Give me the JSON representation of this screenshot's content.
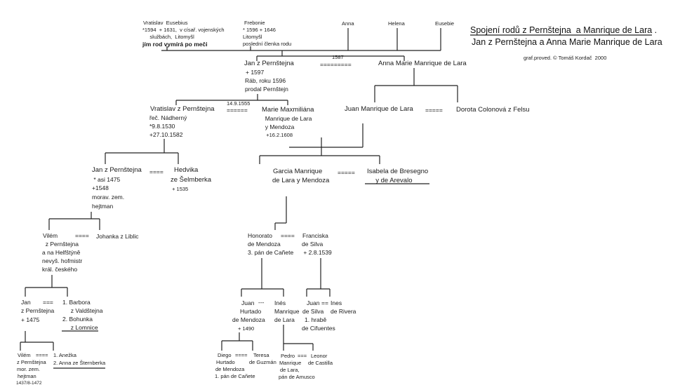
{
  "title": {
    "line1": "Spojení rodů z Pernštejna  a Manrique de Lara .",
    "line2": "Jan z Pernštejna a Anna Marie Manrique de Lara"
  },
  "credit": "graf.proved. © Tomáš Kordač  2000",
  "gen1": {
    "vratislav_eusebius": [
      "Vratislav  Eusebius",
      "*1594  + 1631,  v císař. vojenských",
      "     službách,  Litomyšl",
      "jím rod vymírá po meči"
    ],
    "frebonie": [
      "Frebonie",
      "* 1596 + 1646",
      "Litomyšl",
      "poslední členka rodu"
    ],
    "anna": "Anna",
    "helena": "Helena",
    "eusebie": "Eusebie"
  },
  "gen2": {
    "jan": [
      "Jan z Pernštejna",
      "+ 1597",
      "Ráb, roku 1596",
      "prodal Pernštejn"
    ],
    "marriage_year": "1587",
    "marriage": "=========",
    "anna_marie": "Anna Marie Manrique de Lara"
  },
  "gen3": {
    "marriage_year": "14.9.1555",
    "marriage": "======",
    "vratislav": [
      "Vratislav z Pernštejna",
      "řeč. Nádherný",
      "*9.8.1530",
      "+27.10.1582"
    ],
    "marie_max": [
      "Marie Maxmiliána",
      "  Manrique de Lara",
      "  y Mendoza",
      "   +16.2.1608"
    ],
    "juan": "Juan Manrique de Lara",
    "juan_marriage": "=====",
    "dorota": "Dorota Colonová z Felsu"
  },
  "gen4": {
    "jan": [
      "Jan z Pernštejna",
      " * asi 1475",
      "+1548",
      "morav. zem.",
      "hejtman"
    ],
    "marriage": "====",
    "hedvika": [
      "Hedvika",
      "ze Šelmberka",
      " + 1535"
    ],
    "garcia": [
      "Garcia Manrique",
      "de Lara y Mendoza"
    ],
    "garcia_marriage": "=====",
    "isabela": [
      "Isabela de Bresegno",
      "     y de Arevalo"
    ]
  },
  "gen5": {
    "vilem": [
      "Vilém",
      "  z Pernštejna",
      "a na Helfštýně",
      "nevyš. hofmistr",
      "král. českého"
    ],
    "marriage": "====",
    "johanka": "Johanka z Liblic",
    "honorato": [
      "Honorato",
      "de Mendoza",
      "3. pán de Cañete"
    ],
    "honorato_marriage": "====",
    "franciska": [
      "Franciska",
      "de Silva",
      " + 2.8.1539"
    ]
  },
  "gen6": {
    "jan": [
      "Jan",
      "z Pernštejna",
      "+ 1475"
    ],
    "marriage": "===",
    "wives": [
      "1. Barbora",
      "     z Valdštejna",
      "2. Bohunka"
    ],
    "lomnice": "     z Lomnice",
    "juan_hurtado": [
      "Juan",
      "Hurtado",
      "de Mendoza",
      "+ 1490"
    ],
    "juan_marriage": "---",
    "ines": [
      "Inés",
      "Manrique",
      "de Lara"
    ],
    "juan_silva": [
      "Juan",
      "de Silva",
      "1. hrabě",
      "de Cifuentes"
    ],
    "silva_marriage": "==",
    "ines_rivera": [
      "Ines",
      "de Rivera"
    ]
  },
  "gen7": {
    "vilem": [
      "Vilém",
      "z Pernštejna",
      "mor. zem.",
      "hejtman"
    ],
    "vilem_dates": "1437/8-1472",
    "marriage": "====",
    "wife1": "1. Anežka",
    "wife2": "2. Anna ze Šternberka",
    "diego": [
      "Diego",
      "Hurtado",
      "de Mendoza",
      "1. pán de Cañete"
    ],
    "diego_marriage": "====",
    "teresa": [
      "Teresa",
      "de Guzmán"
    ],
    "pedro": [
      "Pedro",
      "Manrique",
      "de Lara,",
      "pán de Amusco"
    ],
    "pedro_marriage": "===",
    "leonor": [
      "Leonor",
      "de Castilla"
    ]
  }
}
